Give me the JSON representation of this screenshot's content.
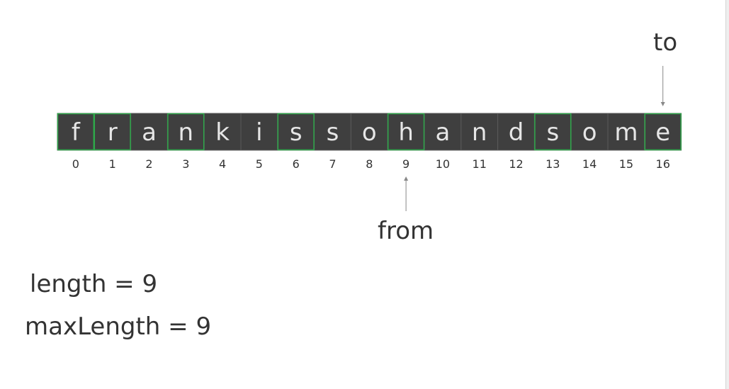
{
  "string": {
    "chars": [
      "f",
      "r",
      "a",
      "n",
      "k",
      "i",
      "s",
      "s",
      "o",
      "h",
      "a",
      "n",
      "d",
      "s",
      "o",
      "m",
      "e"
    ],
    "indices": [
      "0",
      "1",
      "2",
      "3",
      "4",
      "5",
      "6",
      "7",
      "8",
      "9",
      "10",
      "11",
      "12",
      "13",
      "14",
      "15",
      "16"
    ],
    "highlighted": [
      0,
      1,
      3,
      6,
      9,
      13,
      16
    ]
  },
  "pointers": {
    "to": {
      "label": "to",
      "index": 16
    },
    "from": {
      "label": "from",
      "index": 9
    }
  },
  "status": {
    "length_text": "length = 9",
    "max_length_text": "maxLength = 9"
  },
  "colors": {
    "cell_fill": "#3f3f3f",
    "cell_border": "#5a5a5a",
    "highlight_border": "#2ea84a",
    "cell_text": "#e6e6e6",
    "text": "#333333",
    "arrow": "#888888"
  }
}
